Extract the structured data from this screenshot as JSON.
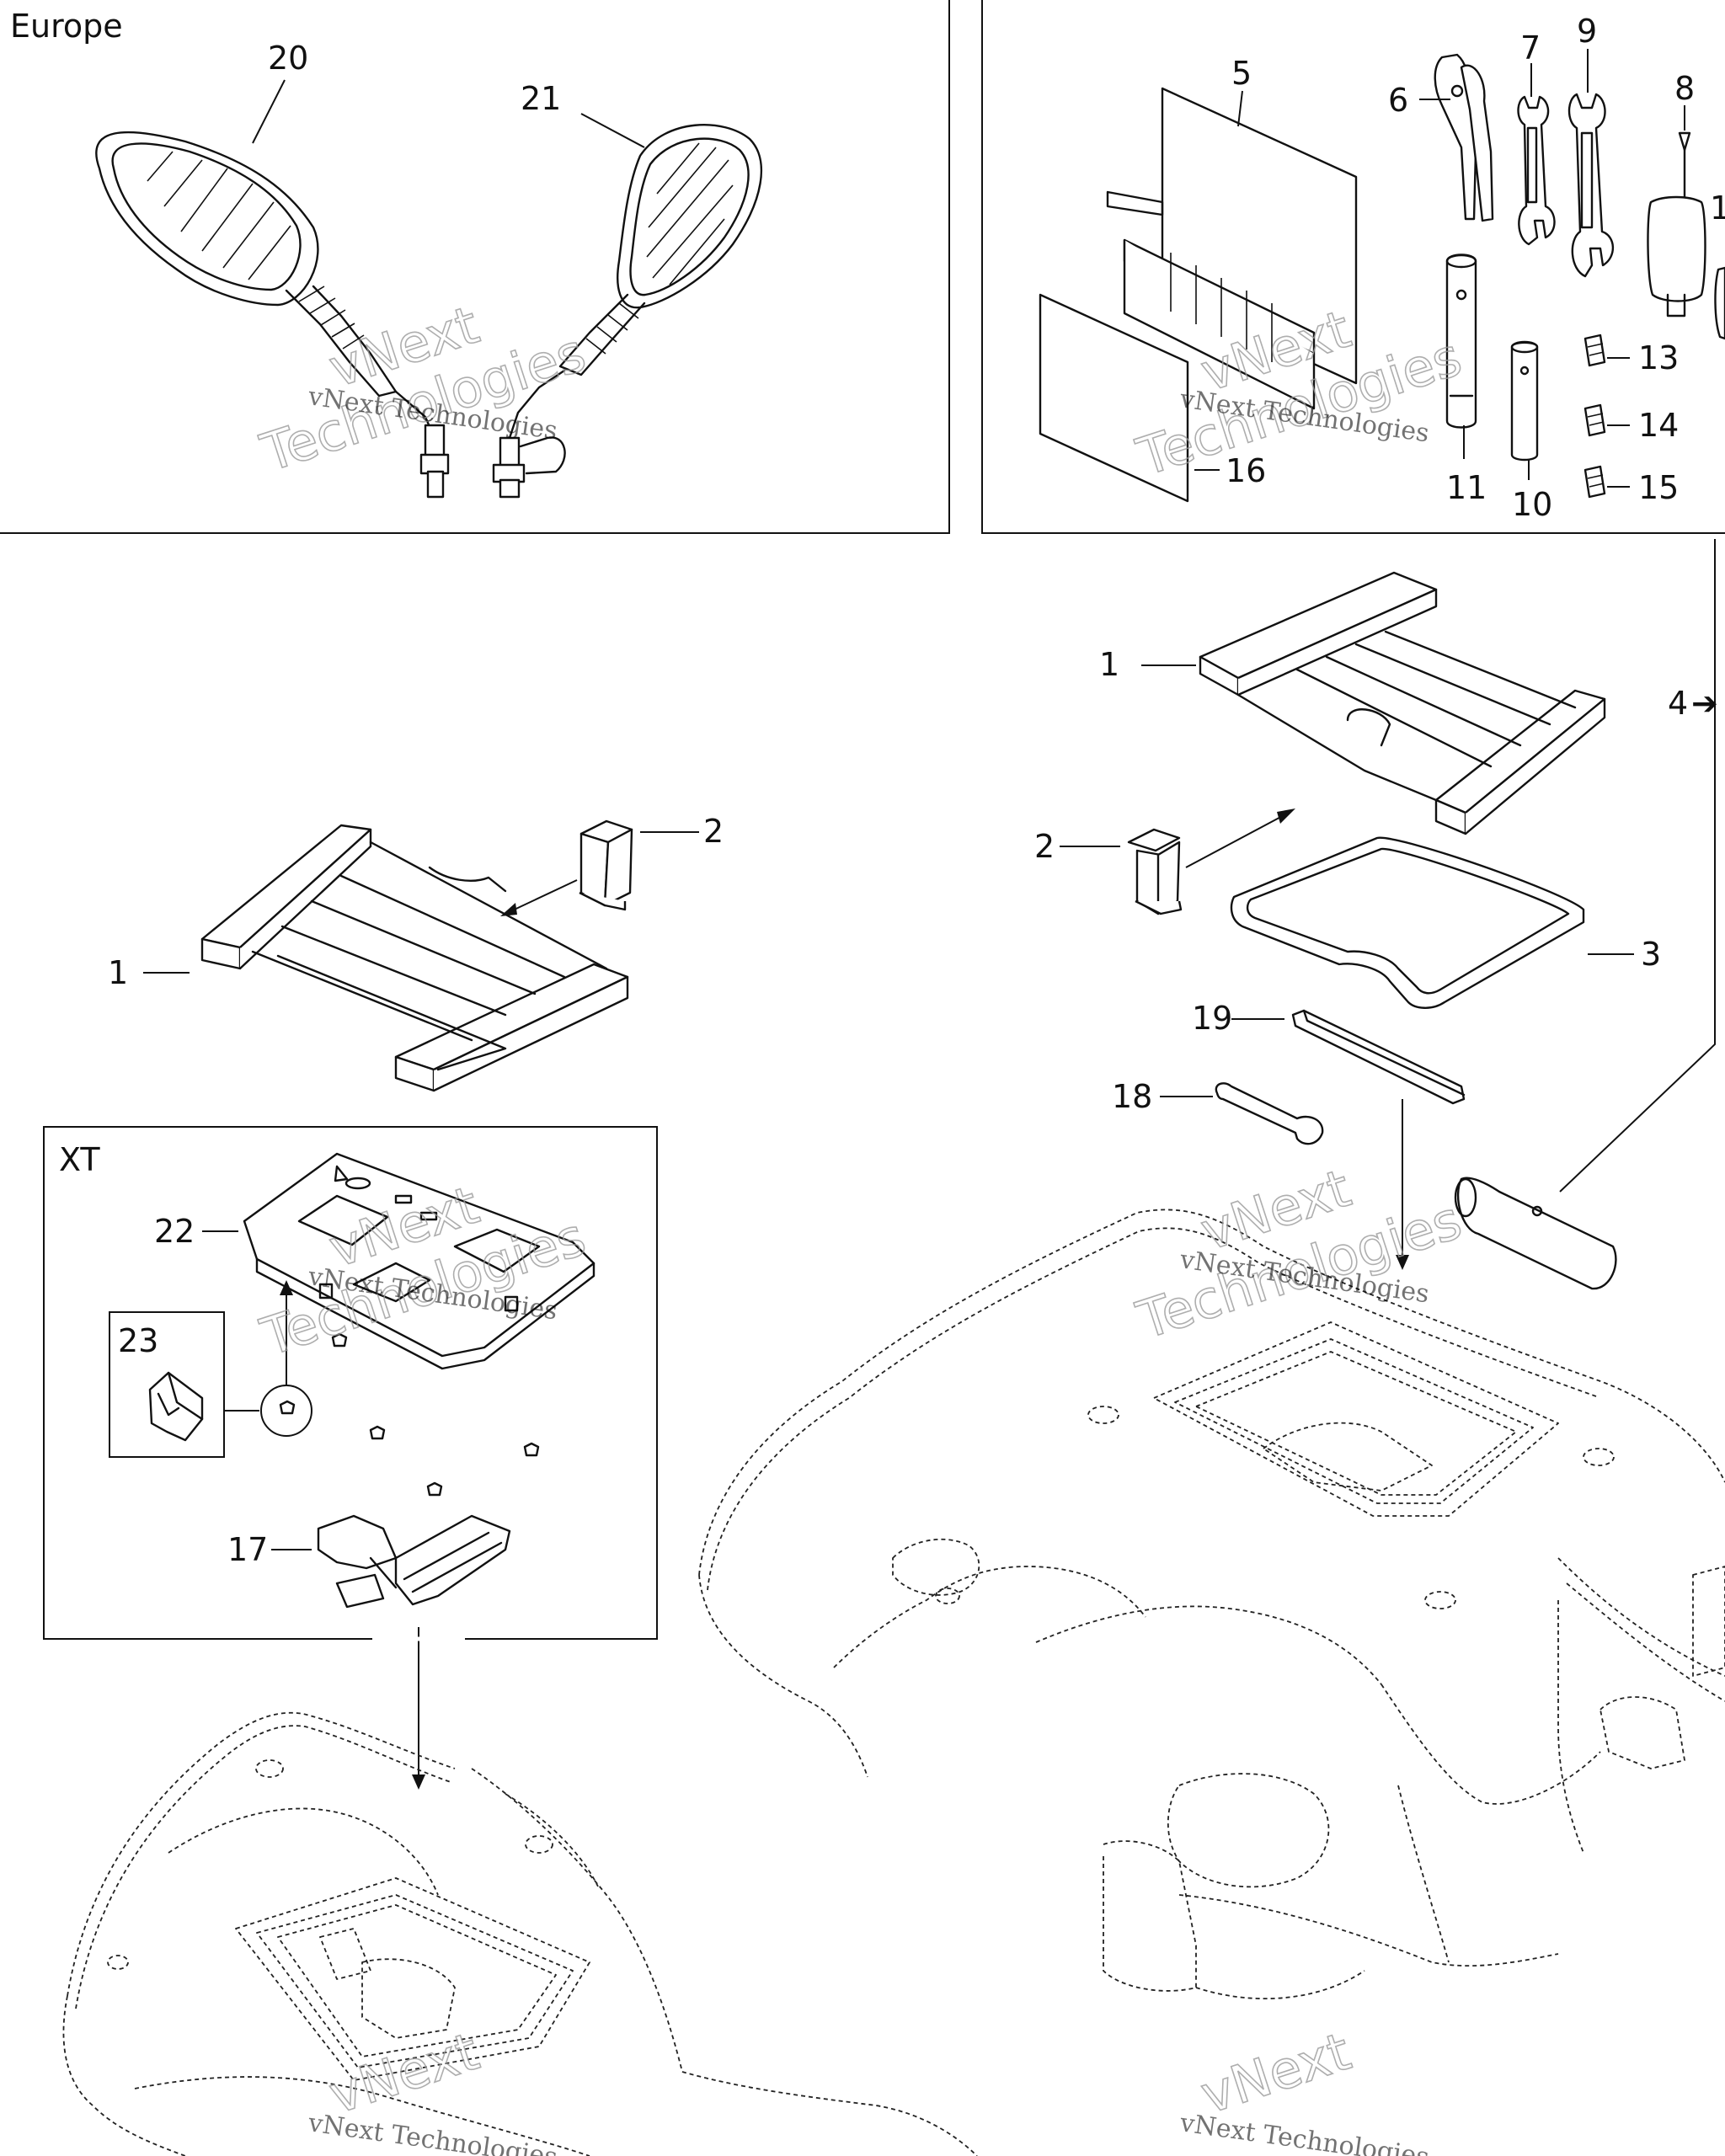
{
  "regions": {
    "europe": "Europe",
    "xt": "XT"
  },
  "callouts": {
    "c1_right": "1",
    "c1_left": "1",
    "c2_right": "2",
    "c2_left": "2",
    "c3": "3",
    "c4": "4",
    "c5": "5",
    "c6": "6",
    "c7": "7",
    "c8": "8",
    "c9": "9",
    "c10": "10",
    "c11": "11",
    "c12": "1",
    "c13": "13",
    "c14": "14",
    "c15": "15",
    "c16": "16",
    "c17": "17",
    "c18": "18",
    "c19": "19",
    "c20": "20",
    "c21": "21",
    "c22": "22",
    "c23": "23"
  },
  "watermark": {
    "line1": "vNext",
    "line2": "Technologies",
    "full": "vNext Technologies"
  },
  "arrow_glyph": "➔"
}
